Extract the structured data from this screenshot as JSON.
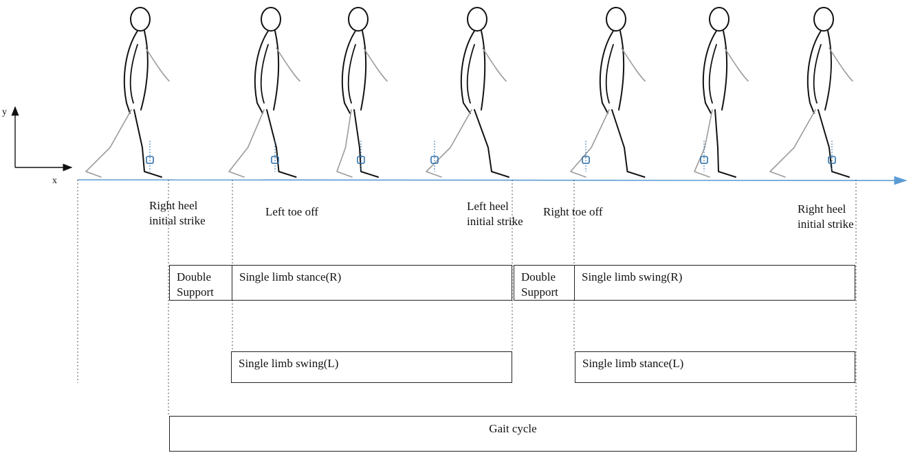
{
  "axes": {
    "x_label": "x",
    "y_label": "y"
  },
  "events": [
    "Right heel\ninitial strike",
    "Left toe off",
    "Left heel\ninitial strike",
    "Right toe off",
    "Right heel\ninitial strike"
  ],
  "phases": {
    "double_support_1": "Double\nSupport",
    "single_stance_r": "Single  limb stance(R)",
    "double_support_2": "Double\nSupport",
    "single_swing_r": "Single  limb swing(R)",
    "single_swing_l": "Single  limb swing(L)",
    "single_stance_l": "Single  limb stance(L)",
    "gait_cycle": "Gait cycle"
  },
  "colors": {
    "ground_line": "#5b9bd5",
    "sensor": "#2f6fa8",
    "outline": "#111111",
    "faded_outline": "#9a9a9a"
  },
  "figures": {
    "count": 7,
    "icon": "walking-person-with-ankle-sensor"
  }
}
